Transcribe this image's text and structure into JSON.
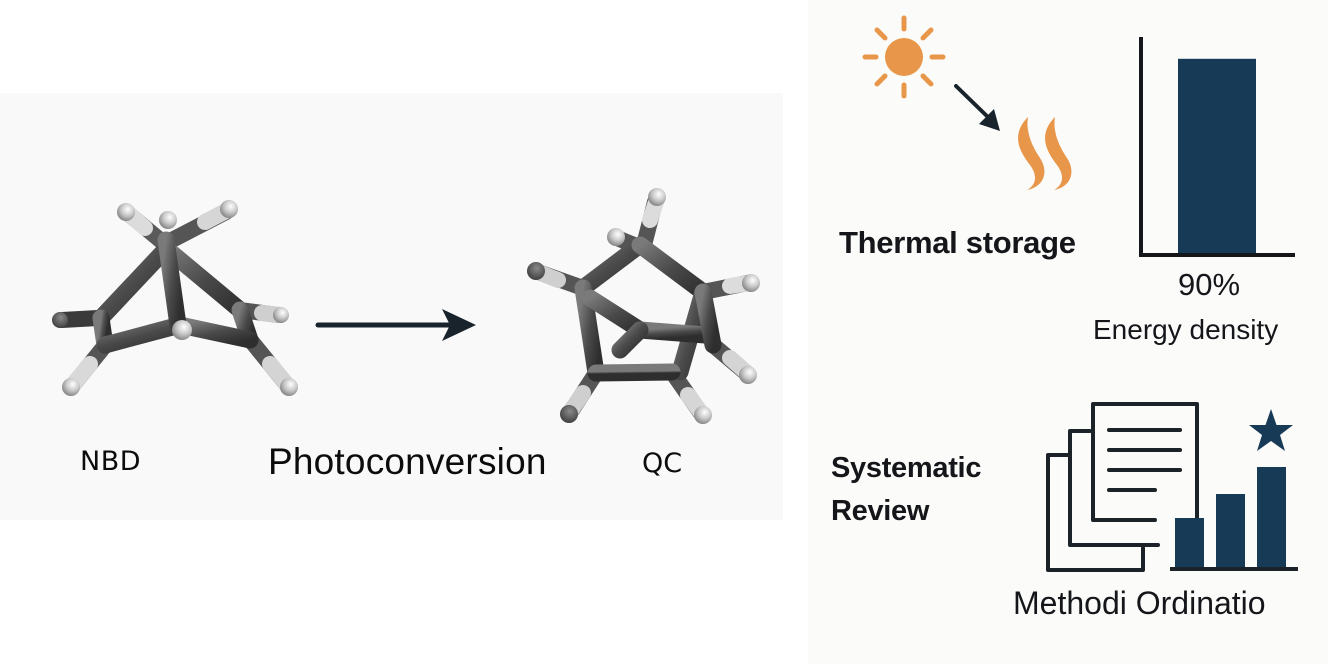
{
  "diagram": {
    "reaction": {
      "reactant_label": "NBD",
      "process_label": "Photoconversion",
      "product_label": "QC",
      "arrow_direction": "right"
    },
    "thermal_storage": {
      "label": "Thermal storage",
      "icons": [
        "sun-icon",
        "arrow-icon",
        "heat-waves-icon"
      ],
      "accent_color": "#e8974a"
    },
    "energy_density": {
      "value_label": "90%",
      "caption": "Energy density",
      "bar_color": "#173a56"
    },
    "systematic_review": {
      "label_line1": "Systematic",
      "label_line2": "Review",
      "method_label": "Methodi Ordinatio",
      "icons": [
        "documents-icon",
        "bar-chart-icon",
        "star-icon"
      ],
      "color": "#173a56"
    }
  },
  "chart_data": {
    "type": "bar",
    "title": "",
    "categories": [
      "Energy density"
    ],
    "values": [
      90
    ],
    "value_labels": [
      "90%"
    ],
    "xlabel": "Energy density",
    "ylabel": "",
    "ylim": [
      0,
      100
    ],
    "grid": false,
    "legend": "none"
  },
  "ranking_icon_data": {
    "type": "bar",
    "values": [
      1,
      1.5,
      2.05
    ],
    "highlight": "star above tallest bar"
  }
}
